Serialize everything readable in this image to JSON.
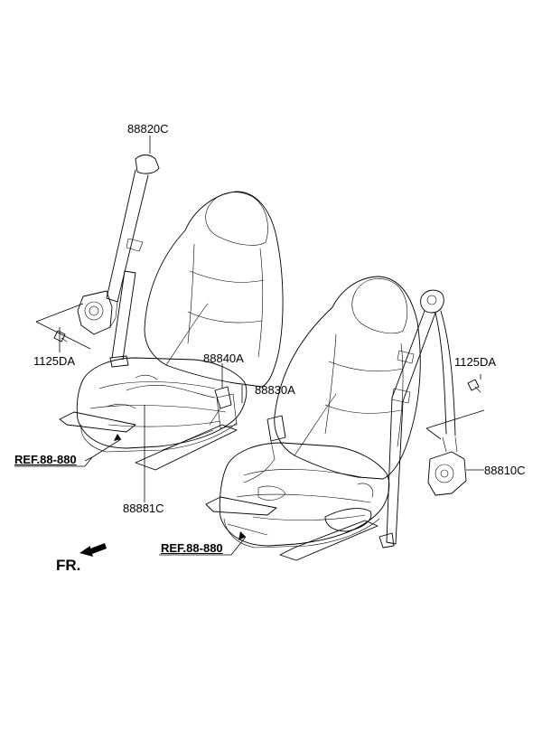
{
  "labels": {
    "upper_anchor_left": "88820C",
    "bolt_left": "1125DA",
    "buckle_left": "88840A",
    "buckle_right": "88830A",
    "bolt_right": "1125DA",
    "retractor_right": "88810C",
    "buckle_cable": "88881C",
    "ref_left": "REF.88-880",
    "ref_right": "REF.88-880",
    "front": "FR."
  }
}
